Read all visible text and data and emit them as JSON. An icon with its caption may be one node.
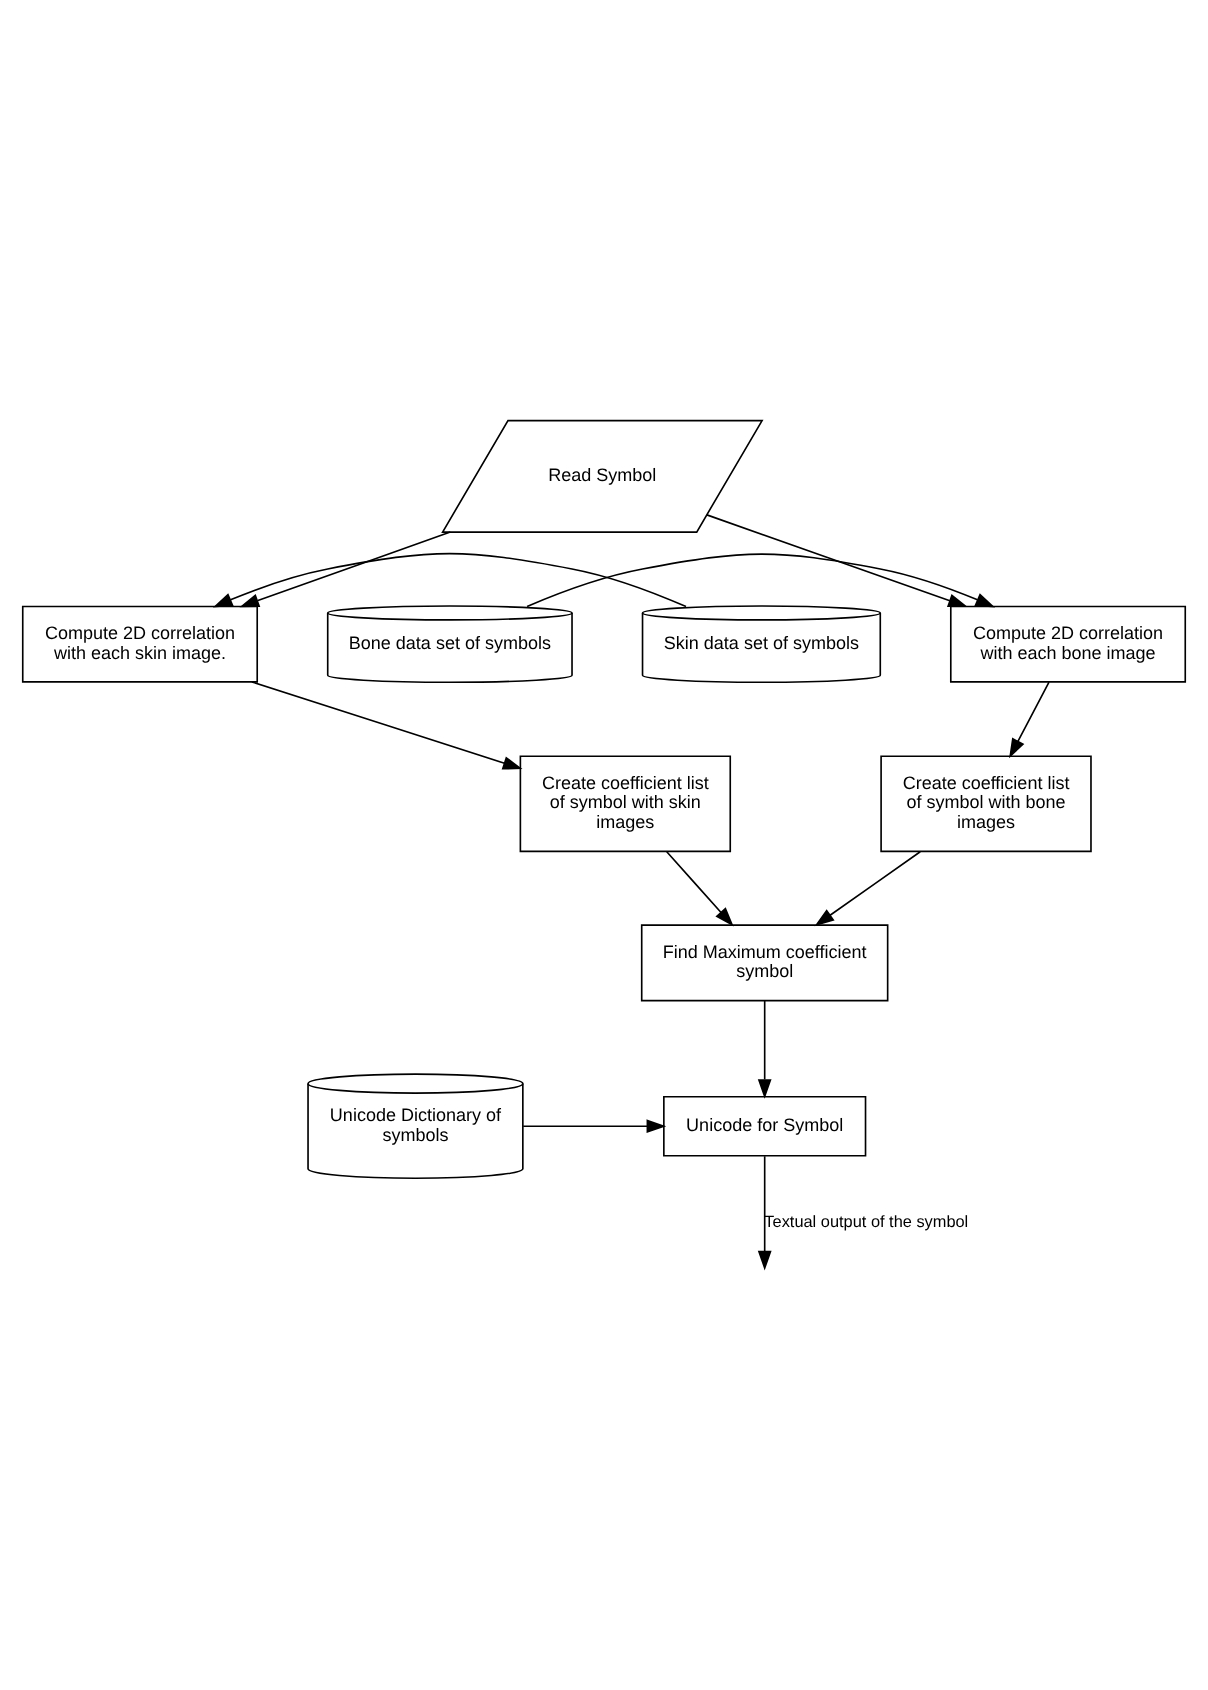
{
  "diagram": {
    "nodes": [
      {
        "text": [
          "Read Symbol"
        ]
      },
      {
        "text": [
          "Skin data set of symbols"
        ]
      },
      {
        "text": [
          "Compute 2D correlation with each skin image."
        ]
      },
      {
        "text": [
          "Compute 2D correlation with each bone image"
        ]
      },
      {
        "text": [
          "Bone data set of symbols"
        ]
      },
      {
        "text": [
          "Create coefficient list of symbol with skin images"
        ]
      },
      {
        "text": [
          "Create coefficient list of symbol with bone images"
        ]
      },
      {
        "text": [
          "Find Maximum coefficient symbol"
        ]
      },
      {
        "text": [
          "Unicode Dictionary of symbols"
        ]
      },
      {
        "text": [
          "Unicode for Symbol"
        ]
      }
    ],
    "edges": [
      {
        "from": 0,
        "to": 2,
        "arrow": "to"
      },
      {
        "from": 0,
        "to": 3,
        "arrow": "to"
      },
      {
        "from": 1,
        "to": 2,
        "arrow": "to"
      },
      {
        "from": 4,
        "to": 3,
        "arrow": "to"
      },
      {
        "from": 2,
        "to": 5,
        "arrow": "to"
      },
      {
        "from": 3,
        "to": 6,
        "arrow": "to"
      },
      {
        "from": 5,
        "to": 7,
        "arrow": "to"
      },
      {
        "from": 6,
        "to": 7,
        "arrow": "to"
      },
      {
        "from": 8,
        "to": 9,
        "arrow": "to"
      },
      {
        "from": 7,
        "to": 9,
        "arrow": "to"
      },
      {
        "from": 9,
        "to": null,
        "arrow": "to",
        "label": "Textual output of the symbol"
      }
    ]
  }
}
